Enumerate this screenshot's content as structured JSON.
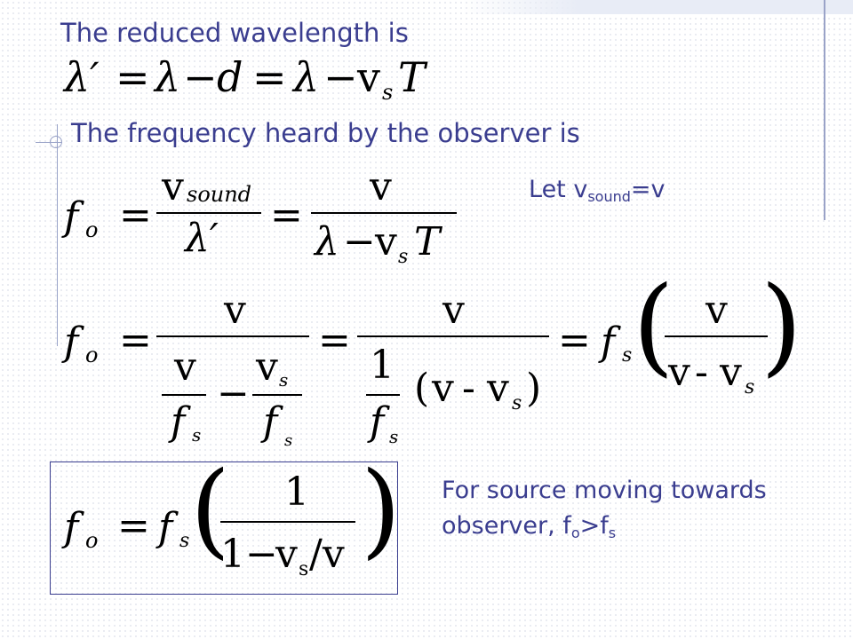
{
  "slide": {
    "line1": "The reduced wavelength is",
    "eq1": {
      "lambda_prime": "λ′",
      "eq": "=",
      "lambda": "λ",
      "minus": "−",
      "d": "d",
      "eq2": "=",
      "lambda2": "λ",
      "minus2": "−",
      "v": "v",
      "s": "s",
      "T": "T"
    },
    "line2": "The frequency heard by the observer is",
    "eq2": {
      "f": "f",
      "o": "o",
      "eq": "=",
      "v": "v",
      "sound": "sound",
      "lambda_prime": "λ′",
      "eq_b": "=",
      "v_b": "v",
      "lambda": "λ",
      "minus": "−",
      "vs_v": "v",
      "vs_s": "s",
      "T": "T"
    },
    "let_note": {
      "prefix": "Let v",
      "sub": "sound",
      "suffix": "=v"
    },
    "eq3": {
      "f": "f",
      "o": "o",
      "eq": "=",
      "num1": "v",
      "d1_num": "v",
      "d1_den_f": "f",
      "d1_den_s": "s",
      "minus": "−",
      "d2_num_v": "v",
      "d2_num_s": "s",
      "d2_den_f": "f",
      "d2_den_s": "s",
      "eq_b": "=",
      "num2": "v",
      "one": "1",
      "den_f": "f",
      "den_s": "s",
      "open": "(",
      "v": "v",
      "dash": "-",
      "vs_v": "v",
      "vs_s": "s",
      "close": ")",
      "eq_c": "=",
      "fs_f": "f",
      "fs_s": "s",
      "big_open": "(",
      "num3": "v",
      "den3_v": "v",
      "den3_dash": "-",
      "den3_vs_v": "v",
      "den3_vs_s": "s",
      "big_close": ")"
    },
    "result": {
      "f": "f",
      "o": "o",
      "eq": "=",
      "fs_f": "f",
      "fs_s": "s",
      "big_open": "(",
      "one": "1",
      "den_one": "1",
      "den_minus": "−",
      "den_vs_v": "v",
      "den_vs_s": "s",
      "den_slash": "/v",
      "big_close": ")"
    },
    "conclusion": {
      "text": "For source moving towards observer, f",
      "sub1": "o",
      "gt": ">f",
      "sub2": "s"
    },
    "colors": {
      "text_accent": "#3a3d8f",
      "rule": "#9aa3c8",
      "box_border": "#3a3d8f"
    }
  }
}
